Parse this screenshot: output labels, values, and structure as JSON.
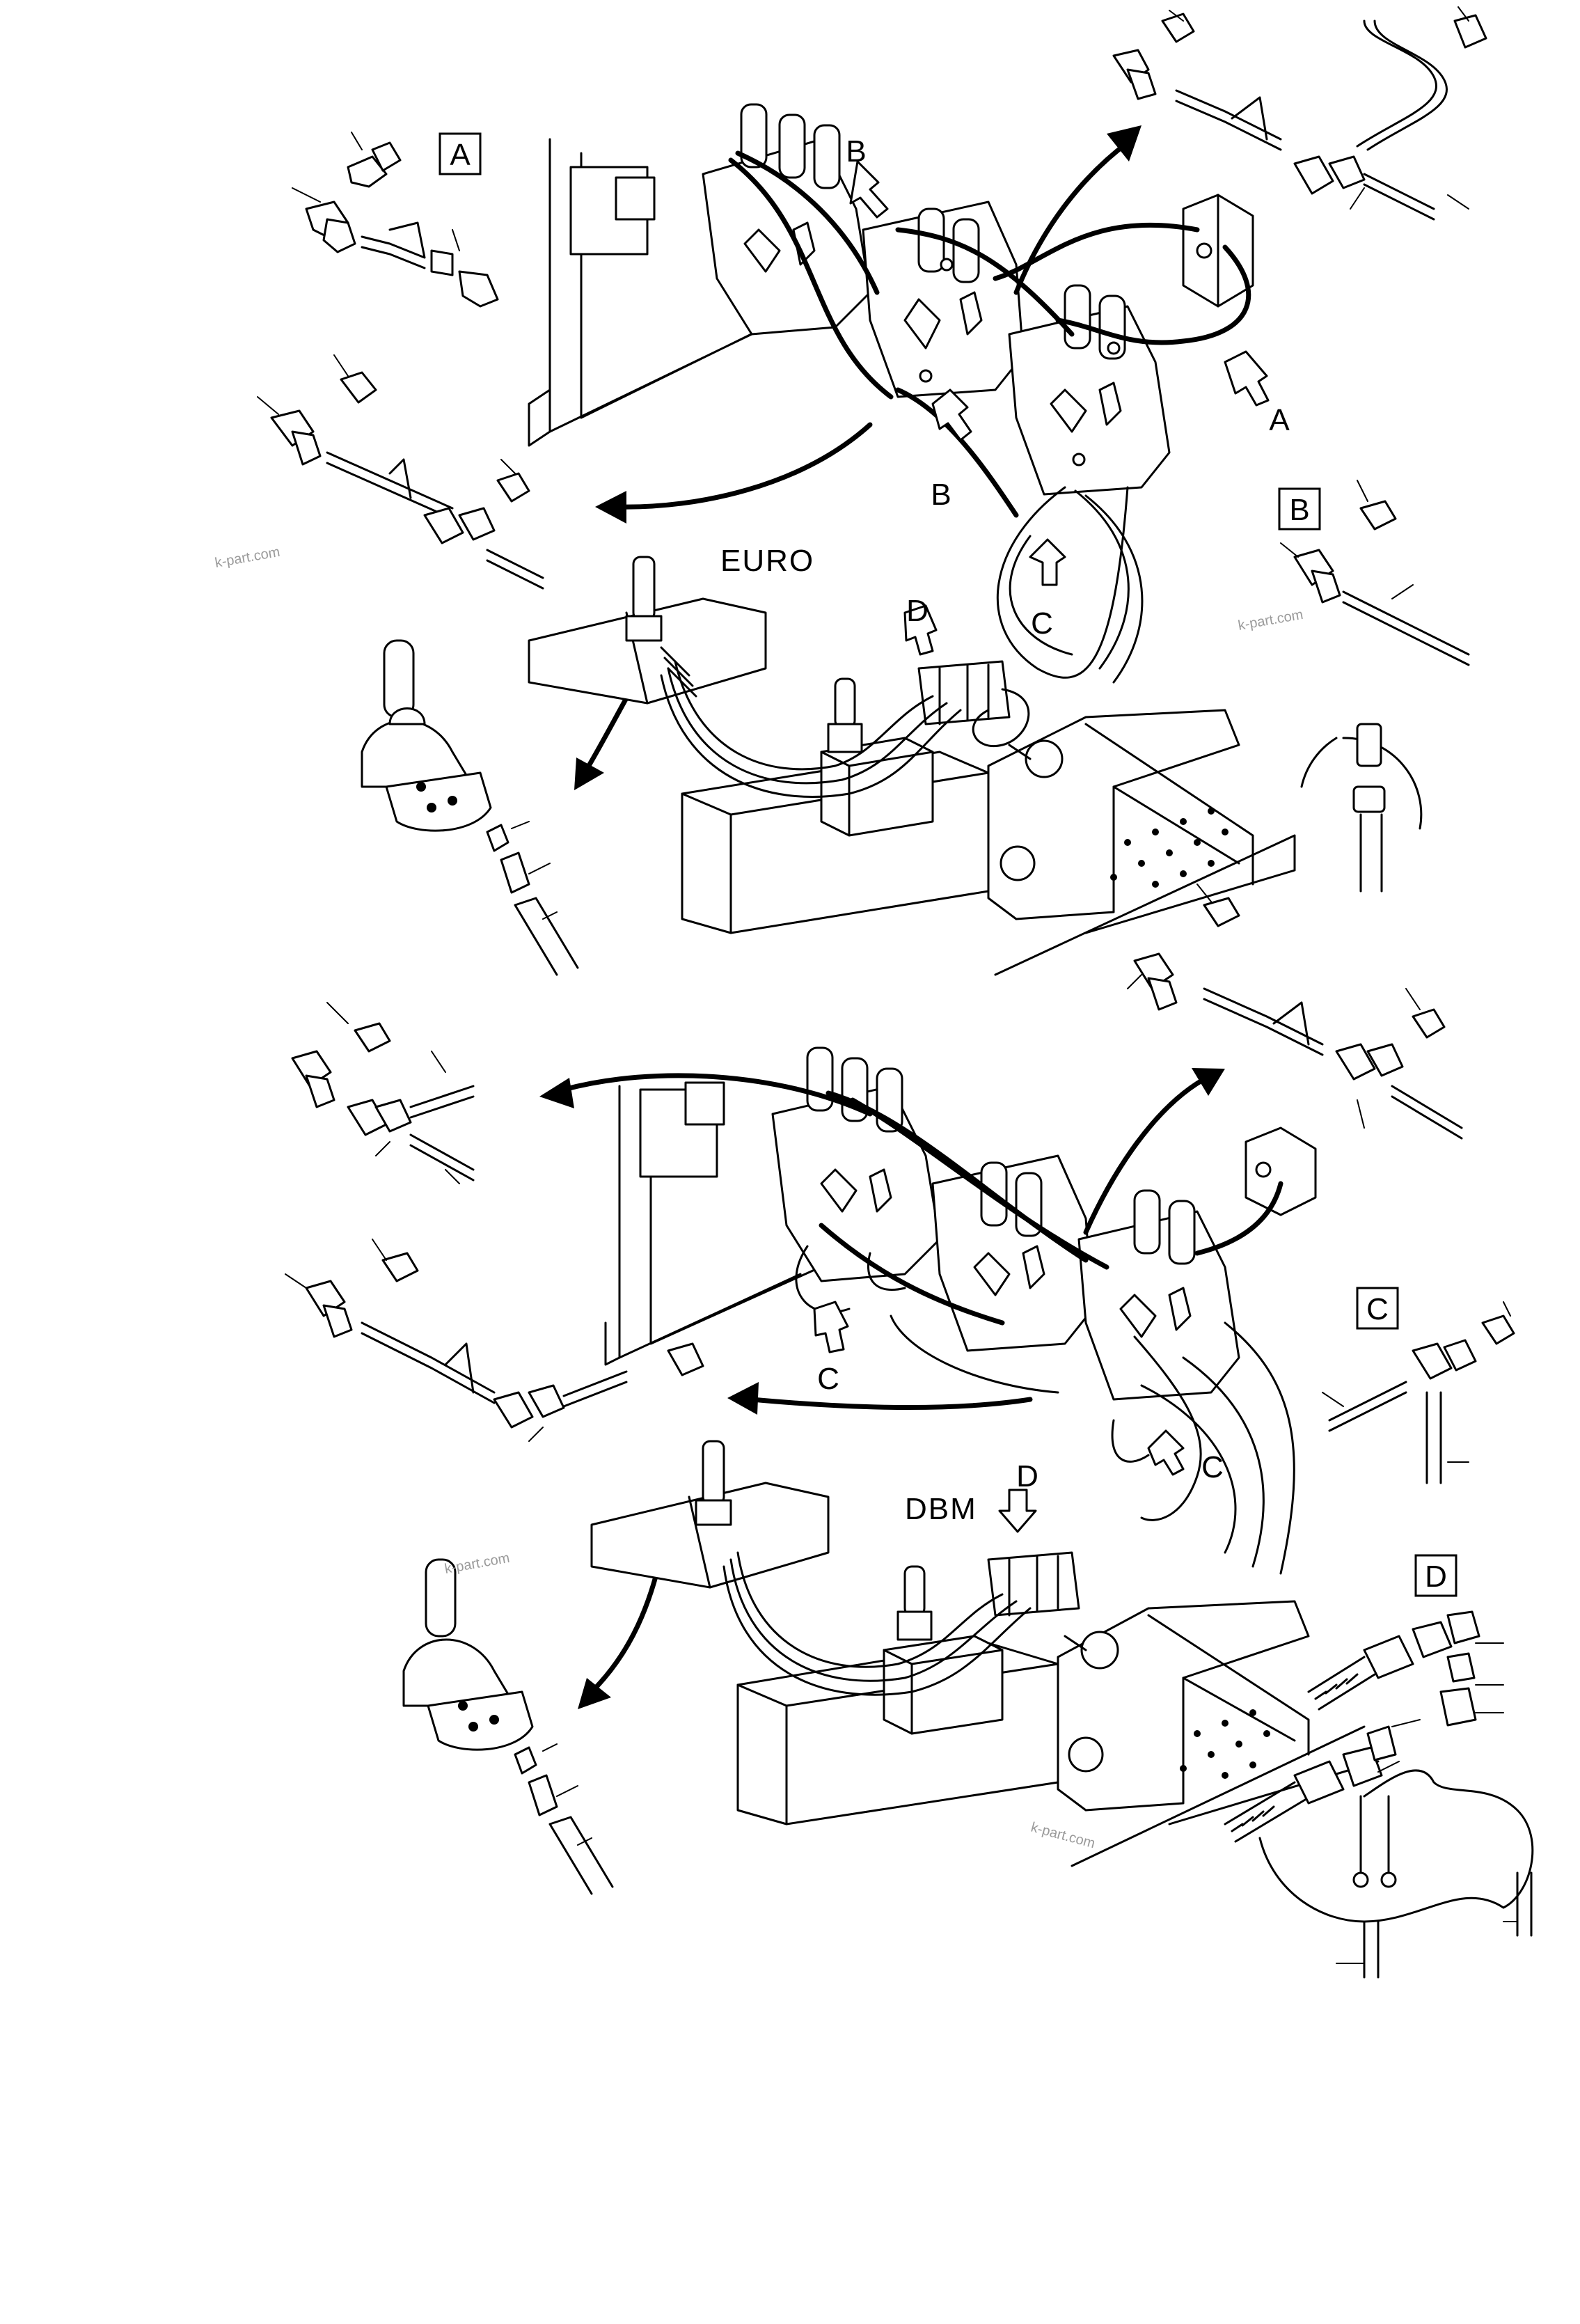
{
  "callouts": {
    "A": "A",
    "B": "B",
    "C": "C",
    "D": "D"
  },
  "variants": {
    "euro": "EURO",
    "dbm": "DBM"
  },
  "watermark": "k-part.com"
}
